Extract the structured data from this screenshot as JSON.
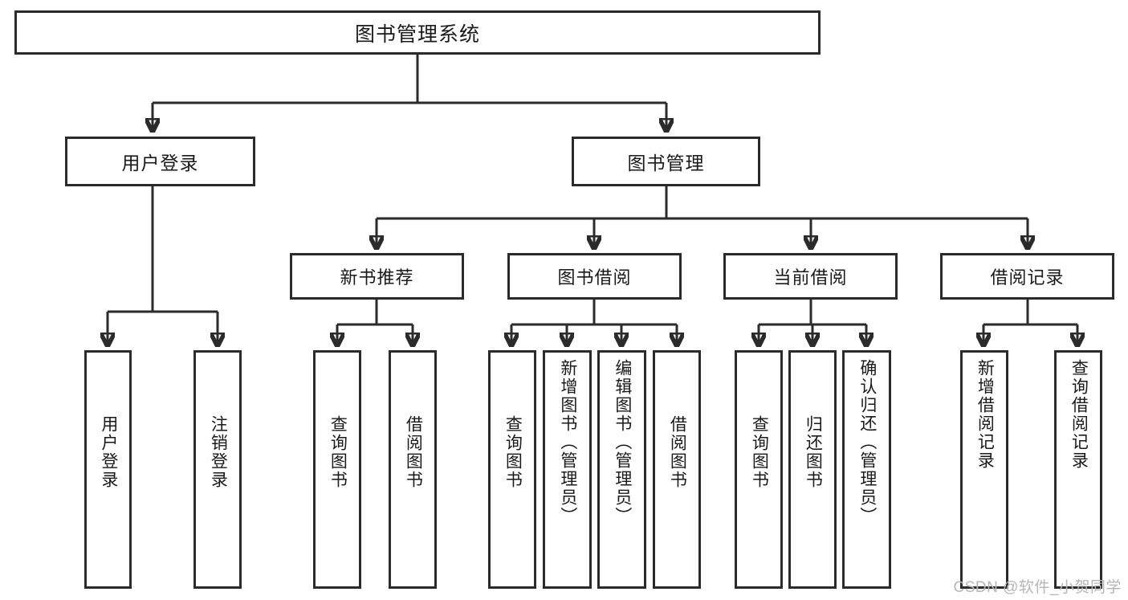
{
  "diagram": {
    "title": "图书管理系统",
    "type": "tree-hierarchy",
    "root": {
      "label": "图书管理系统"
    },
    "level2": [
      {
        "label": "用户登录"
      },
      {
        "label": "图书管理"
      }
    ],
    "level3": [
      {
        "label": "新书推荐"
      },
      {
        "label": "图书借阅"
      },
      {
        "label": "当前借阅"
      },
      {
        "label": "借阅记录"
      }
    ],
    "leaves": {
      "user_login": [
        {
          "label": "用户登录"
        },
        {
          "label": "注销登录"
        }
      ],
      "new_book_recommend": [
        {
          "label": "查询图书"
        },
        {
          "label": "借阅图书"
        }
      ],
      "book_borrow": [
        {
          "label": "查询图书"
        },
        {
          "label": "新增图书（管理员）"
        },
        {
          "label": "编辑图书（管理员）"
        },
        {
          "label": "借阅图书"
        }
      ],
      "current_borrow": [
        {
          "label": "查询图书"
        },
        {
          "label": "归还图书"
        },
        {
          "label": "确认归还（管理员）"
        }
      ],
      "borrow_record": [
        {
          "label": "新增借阅记录"
        },
        {
          "label": "查询借阅记录"
        }
      ]
    }
  },
  "watermark": {
    "text": "CSDN @软件_小贺同学"
  },
  "colors": {
    "stroke": "#2b2b2b",
    "background": "#ffffff",
    "text": "#1a1a1a",
    "watermark": "#b6b6b6"
  }
}
